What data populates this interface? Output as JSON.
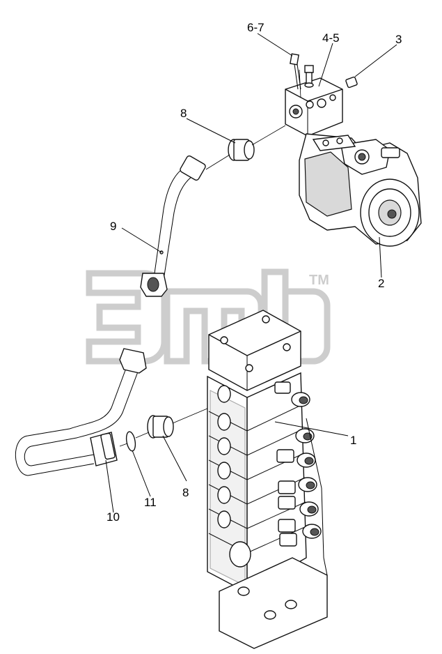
{
  "labels": {
    "p1": "1",
    "p2": "2",
    "p3": "3",
    "p45": "4-5",
    "p67": "6-7",
    "p8a": "8",
    "p8b": "8",
    "p9": "9",
    "p10": "10",
    "p11": "11"
  },
  "watermark": {
    "tm": "TM"
  },
  "colors": {
    "line": "#000000",
    "watermark": "#c8c8c8",
    "background": "#ffffff"
  }
}
